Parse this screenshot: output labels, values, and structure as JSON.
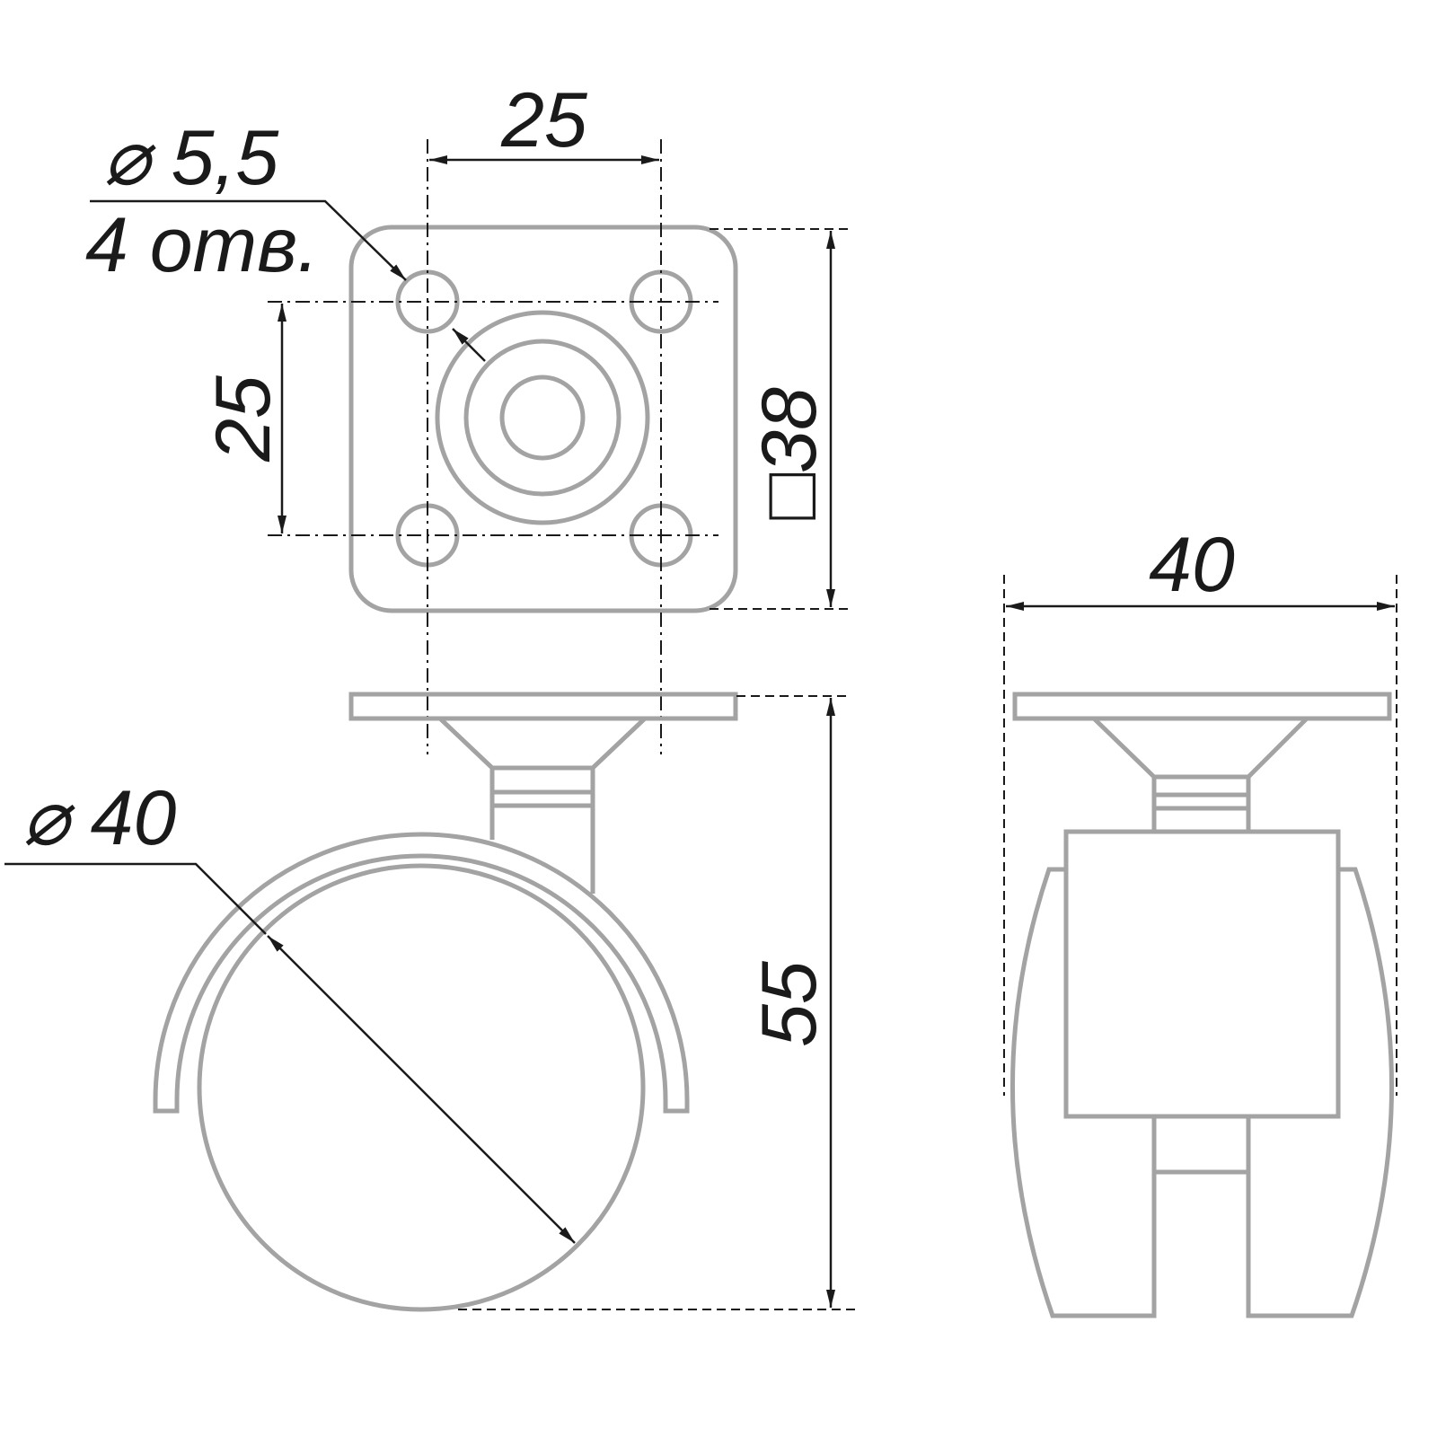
{
  "drawing": {
    "hole_diameter_label": "⌀ 5,5",
    "hole_count_label": "4 отв.",
    "hole_spacing_horizontal": "25",
    "hole_spacing_vertical": "25",
    "plate_size_label": "□38",
    "wheel_diameter_label": "⌀ 40",
    "total_height_label": "55",
    "total_width_label": "40"
  },
  "colors": {
    "part_line": "#a3a3a3",
    "dimension_line": "#1a1a1a"
  }
}
